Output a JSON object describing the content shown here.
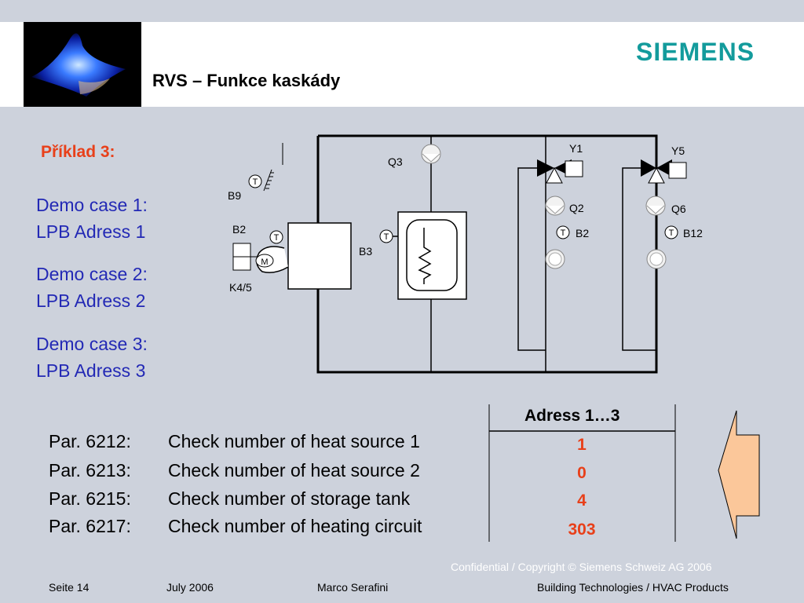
{
  "header": {
    "brand": "SIEMENS",
    "title": "RVS – Funkce kaskády",
    "brand_color": "#139b9c"
  },
  "example_label": "Příklad  3:",
  "demo_cases": [
    {
      "line1": "Demo case 1:",
      "line2": "LPB Adress 1"
    },
    {
      "line1": "Demo case 2:",
      "line2": "LPB Adress 2"
    },
    {
      "line1": "Demo case 3:",
      "line2": "LPB Adress 3"
    }
  ],
  "diagram": {
    "labels": {
      "q3": "Q3",
      "y1": "Y1",
      "y5": "Y5",
      "b9": "B9",
      "b2_left": "B2",
      "b3": "B3",
      "q2": "Q2",
      "q6": "Q6",
      "b2_right": "B2",
      "b12": "B12",
      "k45": "K4/5",
      "t": "T",
      "m": "M"
    }
  },
  "table": {
    "header": "Adress 1…3",
    "rows": [
      {
        "param": "Par. 6212:",
        "desc": "Check number of heat source 1",
        "value": "1"
      },
      {
        "param": "Par. 6213:",
        "desc": "Check number of heat source 2",
        "value": "0"
      },
      {
        "param": "Par. 6215:",
        "desc": "Check number of storage tank",
        "value": "4"
      },
      {
        "param": "Par. 6217:",
        "desc": "Check number of heating circuit",
        "value": "303"
      }
    ]
  },
  "footer": {
    "confidential": "Confidential / Copyright © Siemens Schweiz AG 2006",
    "page": "Seite 14",
    "date": "July 2006",
    "author": "Marco Serafini",
    "division": "Building Technologies / HVAC Products"
  },
  "colors": {
    "accent_red": "#e8401a",
    "demo_blue": "#2329b5",
    "arrow_fill": "#fbc79a"
  }
}
